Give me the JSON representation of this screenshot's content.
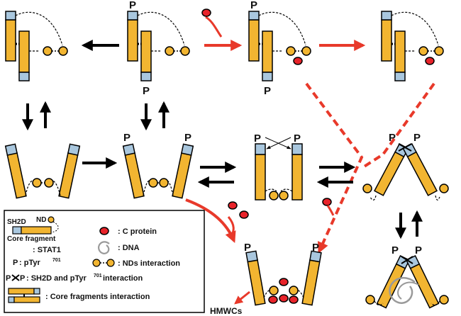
{
  "labels": {
    "p": "P",
    "hmwcs": "HMWCs"
  },
  "legend": {
    "sh2d": "SH2D",
    "nd": "ND",
    "core_fragment": "Core fragment",
    "stat1": ": STAT1",
    "p_key": "P",
    "p_desc": ": pTyr",
    "p_desc_sup": "701",
    "pxp_left": "P",
    "pxp_right": "P",
    "pxp_desc": ": SH2D and pTyr",
    "pxp_desc_sup": "701",
    "pxp_desc_tail": " interaction",
    "core_fragments": ": Core fragments interaction",
    "c_protein": ": C protein",
    "dna": ": DNA",
    "nds_interaction": ": NDs interaction"
  },
  "colors": {
    "core": "#f2b531",
    "sh2d": "#a9c7de",
    "nd": "#f2b531",
    "c_protein": "#e8232a",
    "red_arrow": "#e8392a",
    "black": "#000000",
    "dna": "#9a9a9a"
  }
}
